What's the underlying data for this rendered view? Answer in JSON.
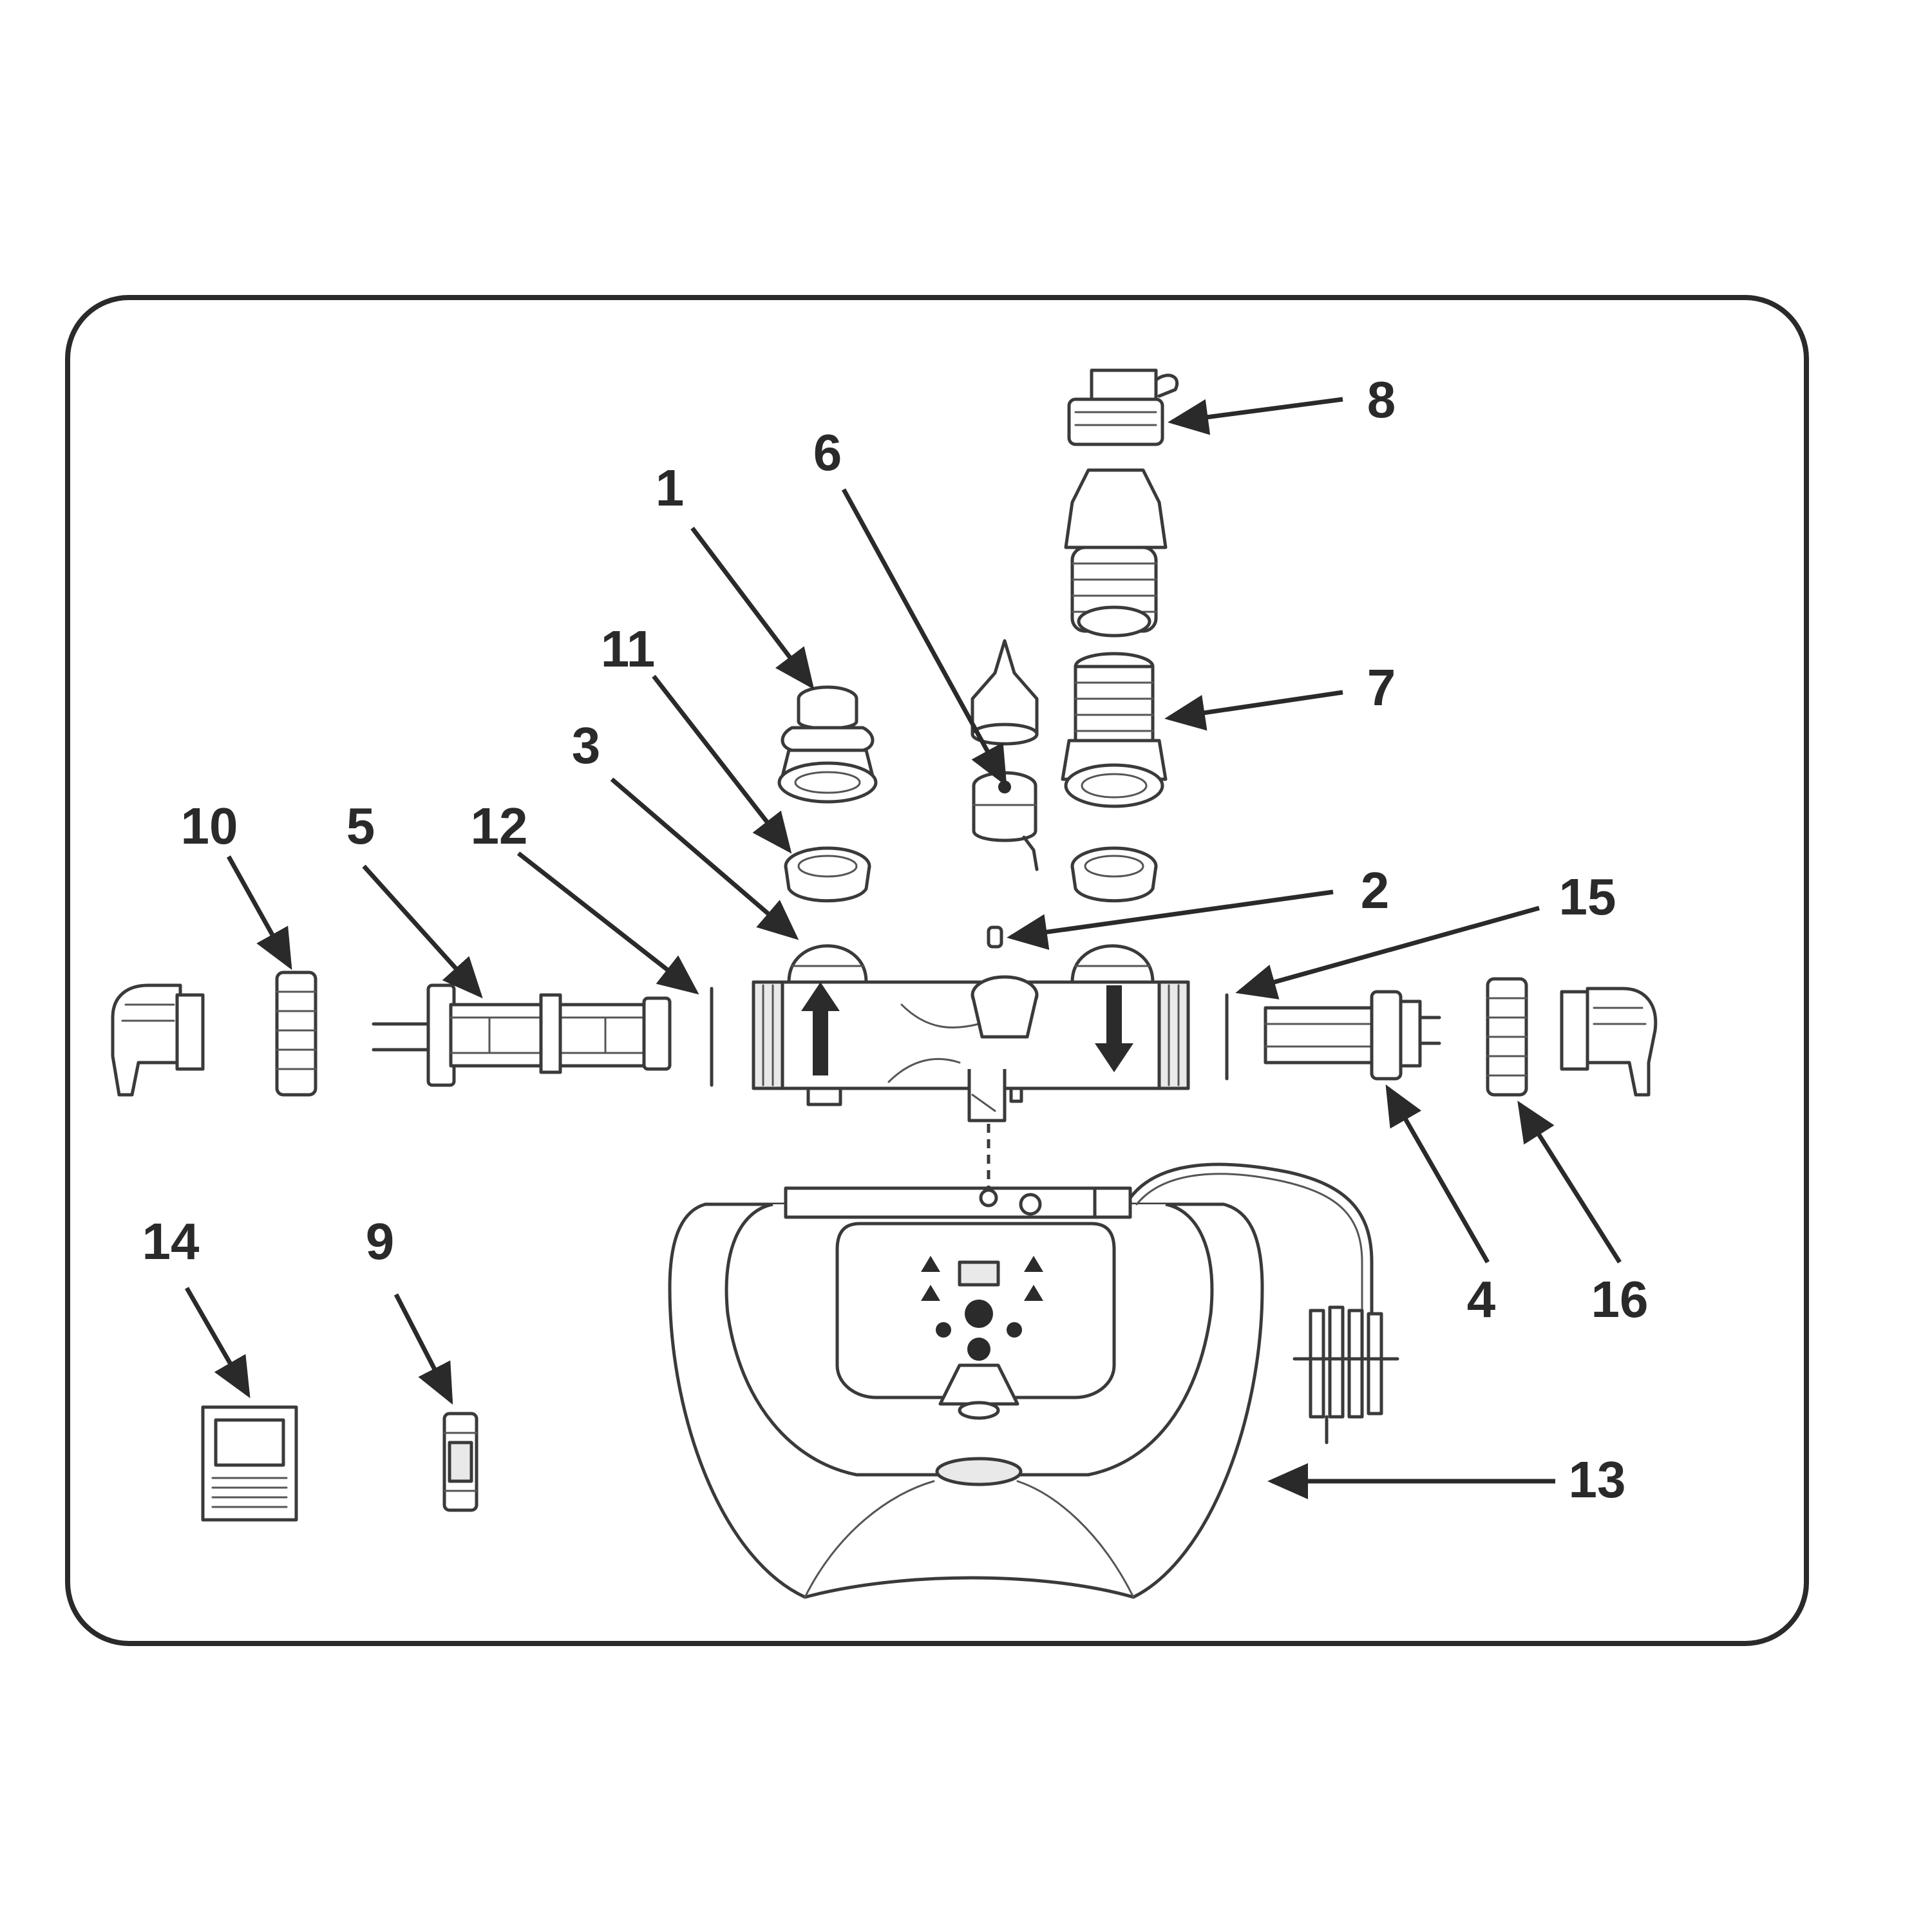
{
  "diagram": {
    "parts": [
      {
        "id": "part-1",
        "label": "1"
      },
      {
        "id": "part-2",
        "label": "2"
      },
      {
        "id": "part-3",
        "label": "3"
      },
      {
        "id": "part-4",
        "label": "4"
      },
      {
        "id": "part-5",
        "label": "5"
      },
      {
        "id": "part-6",
        "label": "6"
      },
      {
        "id": "part-7",
        "label": "7"
      },
      {
        "id": "part-8",
        "label": "8"
      },
      {
        "id": "part-9",
        "label": "9"
      },
      {
        "id": "part-10",
        "label": "10"
      },
      {
        "id": "part-11",
        "label": "11"
      },
      {
        "id": "part-12",
        "label": "12"
      },
      {
        "id": "part-13",
        "label": "13"
      },
      {
        "id": "part-14",
        "label": "14"
      },
      {
        "id": "part-15",
        "label": "15"
      },
      {
        "id": "part-16",
        "label": "16"
      }
    ],
    "colors": {
      "line": "#3a3a3a",
      "label": "#2a2a2a",
      "frame": "#2a2a2a",
      "background": "#ffffff"
    }
  }
}
